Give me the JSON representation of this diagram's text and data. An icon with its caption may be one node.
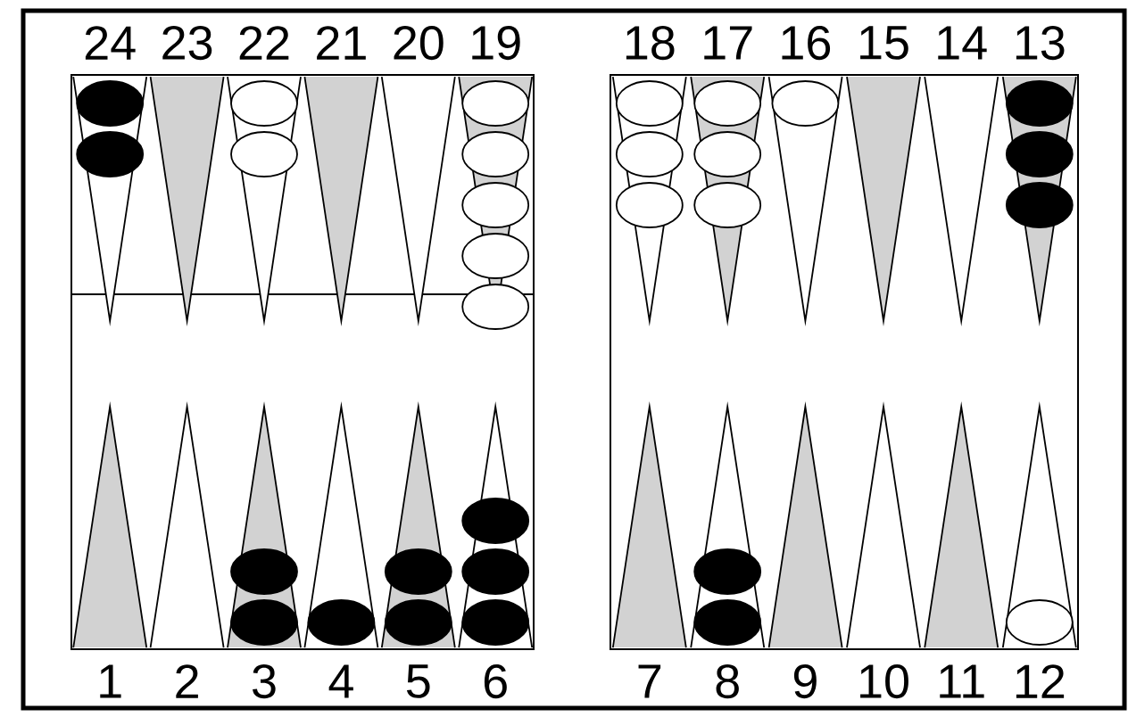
{
  "diagram": {
    "labels": [
      "24",
      "23",
      "22",
      "21",
      "20",
      "19",
      "18",
      "17",
      "16",
      "15",
      "14",
      "13",
      "1",
      "2",
      "3",
      "4",
      "5",
      "6",
      "7",
      "8",
      "9",
      "10",
      "11",
      "12"
    ]
  }
}
